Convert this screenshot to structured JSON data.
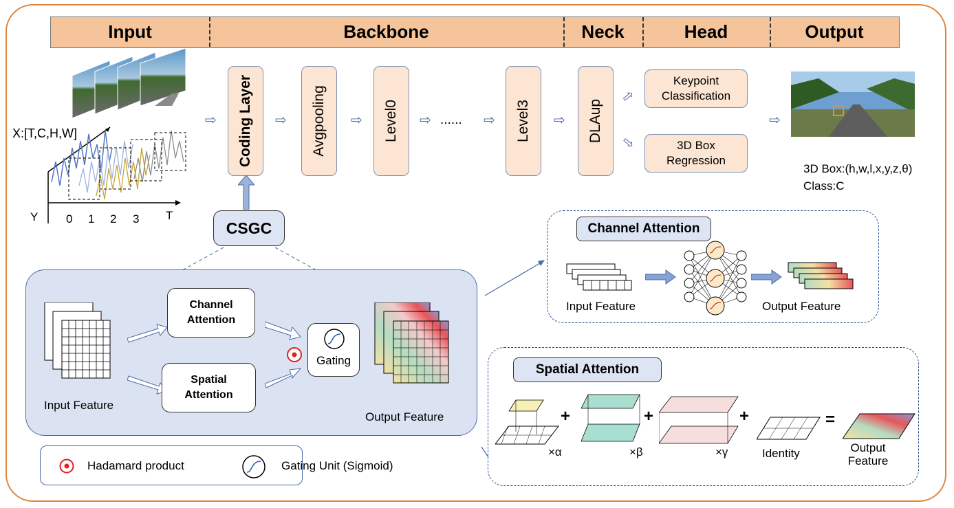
{
  "header": {
    "input": "Input",
    "backbone": "Backbone",
    "neck": "Neck",
    "head": "Head",
    "output": "Output"
  },
  "input_section": {
    "tensor_label": "X:[T,C,H,W]",
    "y_axis": "Y",
    "t_axis": "T",
    "ticks": [
      "0",
      "1",
      "2",
      "3"
    ]
  },
  "pipeline": {
    "coding_layer": "Coding Layer",
    "avgpooling": "Avgpooling",
    "level0": "Level0",
    "ellipsis": "......",
    "level3": "Level3",
    "dlaup": "DLAup",
    "keypoint": "Keypoint Classification",
    "box_regression": "3D Box Regression",
    "output_box": "3D Box:(h,w,l,x,y,z,θ)",
    "output_class": "Class:C"
  },
  "csgc": {
    "label": "CSGC",
    "input_feature": "Input Feature",
    "channel_attention": "Channel Attention",
    "spatial_attention": "Spatial Attention",
    "gating": "Gating",
    "output_feature": "Output Feature"
  },
  "legend": {
    "hadamard": "Hadamard product",
    "gating_unit": "Gating Unit (Sigmoid)"
  },
  "channel_panel": {
    "title": "Channel Attention",
    "input_feature": "Input Feature",
    "output_feature": "Output Feature"
  },
  "spatial_panel": {
    "title": "Spatial Attention",
    "alpha": "×α",
    "beta": "×β",
    "gamma": "×γ",
    "identity": "Identity",
    "output_feature": "Output Feature",
    "plus": "+",
    "equals": "="
  },
  "colors": {
    "frame": "#e0843a",
    "header_fill": "#f5c49b",
    "box_fill": "#fce5d3",
    "panel_fill": "#dbe3f3",
    "accent_blue": "#4a6aa8",
    "hadamard_red": "#e02020"
  }
}
